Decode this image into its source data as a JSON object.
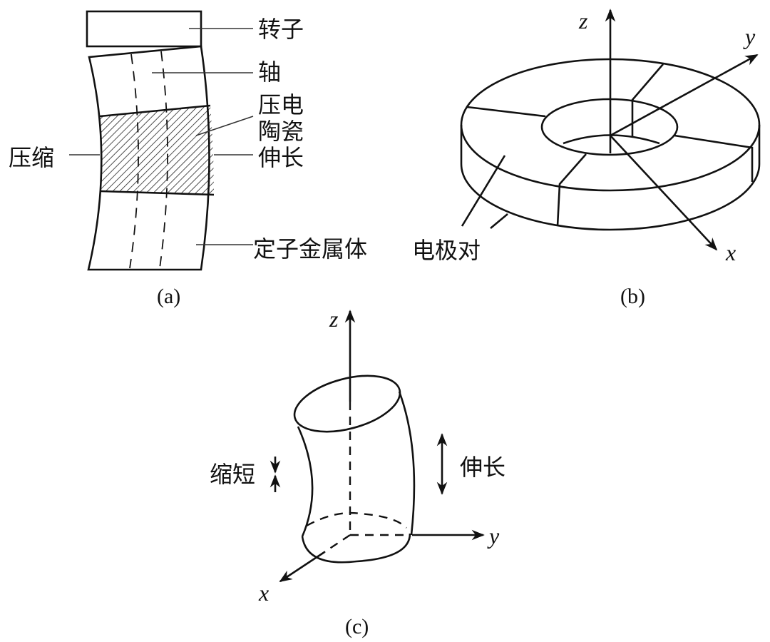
{
  "panel_a": {
    "caption": "(a)",
    "labels": {
      "rotor": "转子",
      "shaft": "轴",
      "piezo_line1": "压电",
      "piezo_line2": "陶瓷",
      "compress": "压缩",
      "extend": "伸长",
      "stator": "定子金属体"
    }
  },
  "panel_b": {
    "caption": "(b)",
    "electrode_pair": "电极对",
    "axes": {
      "x": "x",
      "y": "y",
      "z": "z"
    }
  },
  "panel_c": {
    "caption": "(c)",
    "shorten": "缩短",
    "extend": "伸长",
    "axes": {
      "x": "x",
      "y": "y",
      "z": "z"
    }
  }
}
